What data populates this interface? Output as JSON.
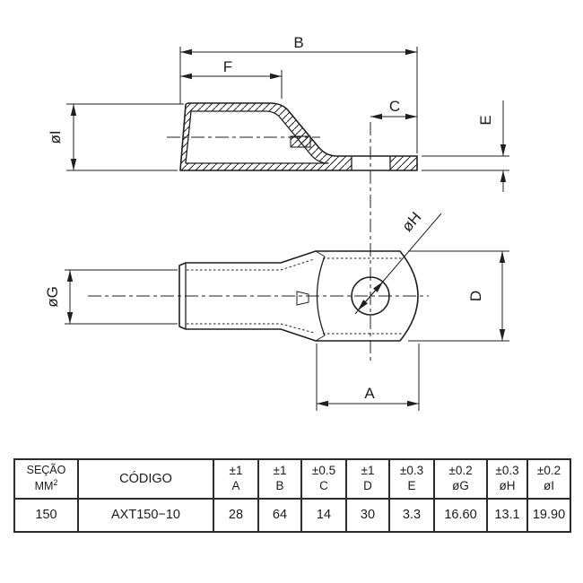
{
  "colors": {
    "line": "#1f1f1f",
    "background": "#ffffff"
  },
  "drawing": {
    "side_view": {
      "labels": {
        "B": "B",
        "F": "F",
        "C": "C",
        "E": "E",
        "dia_I": "øI"
      }
    },
    "plan_view": {
      "labels": {
        "A": "A",
        "D": "D",
        "dia_G": "øG",
        "dia_H": "øH"
      }
    }
  },
  "table": {
    "header": {
      "section_line1": "SEÇÃO",
      "section_base": "MM",
      "section_sup": "2",
      "codigo": "CÓDIGO",
      "dims": [
        {
          "tol": "±1",
          "dim": "A"
        },
        {
          "tol": "±1",
          "dim": "B"
        },
        {
          "tol": "±0.5",
          "dim": "C"
        },
        {
          "tol": "±1",
          "dim": "D"
        },
        {
          "tol": "±0.3",
          "dim": "E"
        },
        {
          "tol": "±0.2",
          "dim": "øG"
        },
        {
          "tol": "±0.3",
          "dim": "øH"
        },
        {
          "tol": "±0.2",
          "dim": "øI"
        }
      ]
    },
    "row": {
      "section": "150",
      "codigo": "AXT150−10",
      "values": [
        "28",
        "64",
        "14",
        "30",
        "3.3",
        "16.60",
        "13.1",
        "19.90"
      ]
    }
  }
}
